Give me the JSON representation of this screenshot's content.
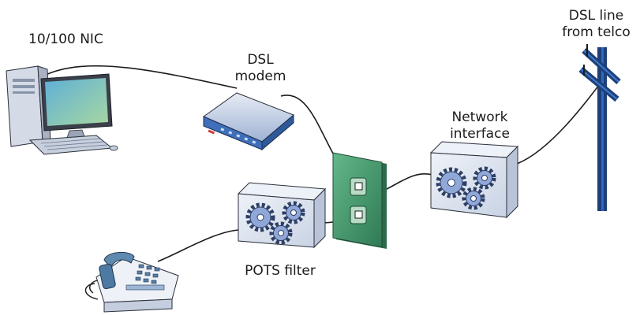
{
  "labels": {
    "nic": "10/100 NIC",
    "modem_line1": "DSL",
    "modem_line2": "modem",
    "network_line1": "Network",
    "network_line2": "interface",
    "pots": "POTS filter",
    "dsl_line1": "DSL line",
    "dsl_line2": "from telco"
  },
  "colors": {
    "box_face": "#dfe6f2",
    "box_edge": "#2a2f3a",
    "gear": "#8fa8d8",
    "wall_plate": "#3f9a6a",
    "pole": "#1f3f78",
    "cable": "#1b1b1b",
    "modem_body": "#5a86c8",
    "monitor_screen": "#7ec4b0"
  }
}
